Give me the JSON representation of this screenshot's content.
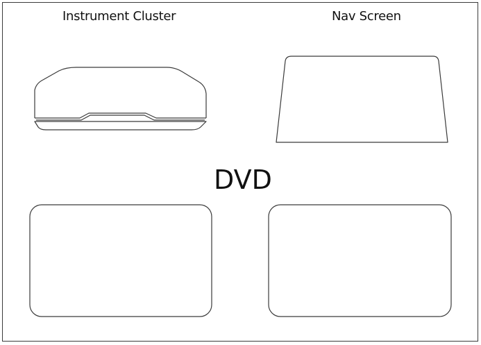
{
  "labels": {
    "instrument_cluster": "Instrument Cluster",
    "nav_screen": "Nav Screen",
    "dvd": "DVD"
  },
  "colors": {
    "outline": "#3a3a3a",
    "text": "#111111",
    "background": "#ffffff"
  }
}
